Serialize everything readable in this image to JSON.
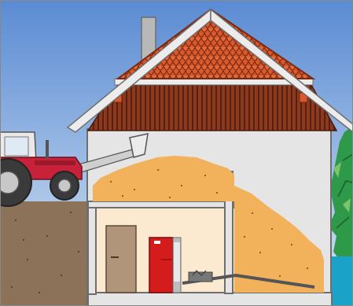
{
  "diagram": {
    "texts": [],
    "colors": {
      "sky_top": "#5a8bd3",
      "sky_bottom": "#d7e6f4",
      "house_wall": "#e5e5e5",
      "house_outline": "#6e6e6e",
      "roof_tiles": "#d9582c",
      "roof_tile_outline": "#7a2a12",
      "beams": "#7a2d17",
      "chimney": "#b8b8b8",
      "wood_chips": "#f2b25c",
      "wood_chip_specks": "#9a5a23",
      "soil": "#8c7258",
      "boiler_room_wall": "#fbe9d0",
      "door": "#b0957a",
      "boiler": "#d41c1c",
      "tractor_body": "#c8223a",
      "tractor_cab": "#e9e9e9",
      "tires": "#3a3a3a",
      "tree": "#2e9a49",
      "water": "#1aa2c9"
    },
    "icons": [
      "tractor",
      "wood-chip-boiler",
      "door",
      "screw-conveyor",
      "chimney",
      "tiled-roof",
      "tree"
    ]
  }
}
